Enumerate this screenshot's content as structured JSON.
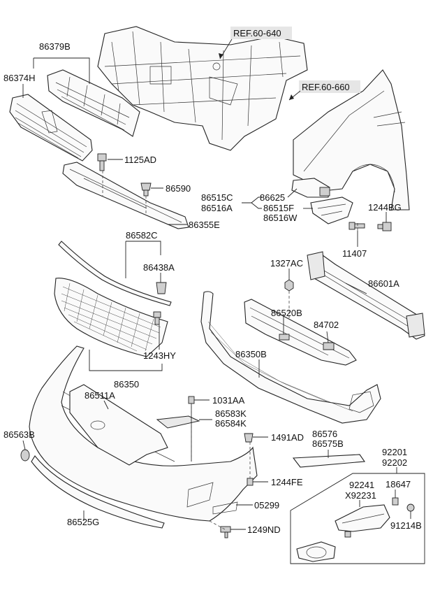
{
  "references": [
    {
      "id": "ref1",
      "text": "REF.60-640"
    },
    {
      "id": "ref2",
      "text": "REF.60-660"
    }
  ],
  "parts": {
    "p86379B": "86379B",
    "p86374H": "86374H",
    "p1125AD": "1125AD",
    "p86590": "86590",
    "p86355E": "86355E",
    "p86515C": "86515C",
    "p86516A": "86516A",
    "p86625": "86625",
    "p86515F": "86515F",
    "p86516W": "86516W",
    "p1244BG": "1244BG",
    "p11407": "11407",
    "p86582C": "86582C",
    "p86438A": "86438A",
    "p1243HY": "1243HY",
    "p86350": "86350",
    "p1327AC": "1327AC",
    "p86601A": "86601A",
    "p86520B": "86520B",
    "p84702": "84702",
    "p86350B": "86350B",
    "p86511A": "86511A",
    "p1031AA": "1031AA",
    "p86583K": "86583K",
    "p86584K": "86584K",
    "p86563B": "86563B",
    "p1491AD": "1491AD",
    "p86576": "86576",
    "p86575B": "86575B",
    "p92201": "92201",
    "p92202": "92202",
    "p92241": "92241",
    "pX92231": "X92231",
    "p18647": "18647",
    "p91214B": "91214B",
    "p1244FE": "1244FE",
    "p05299": "05299",
    "p86525G": "86525G",
    "p1249ND": "1249ND"
  }
}
